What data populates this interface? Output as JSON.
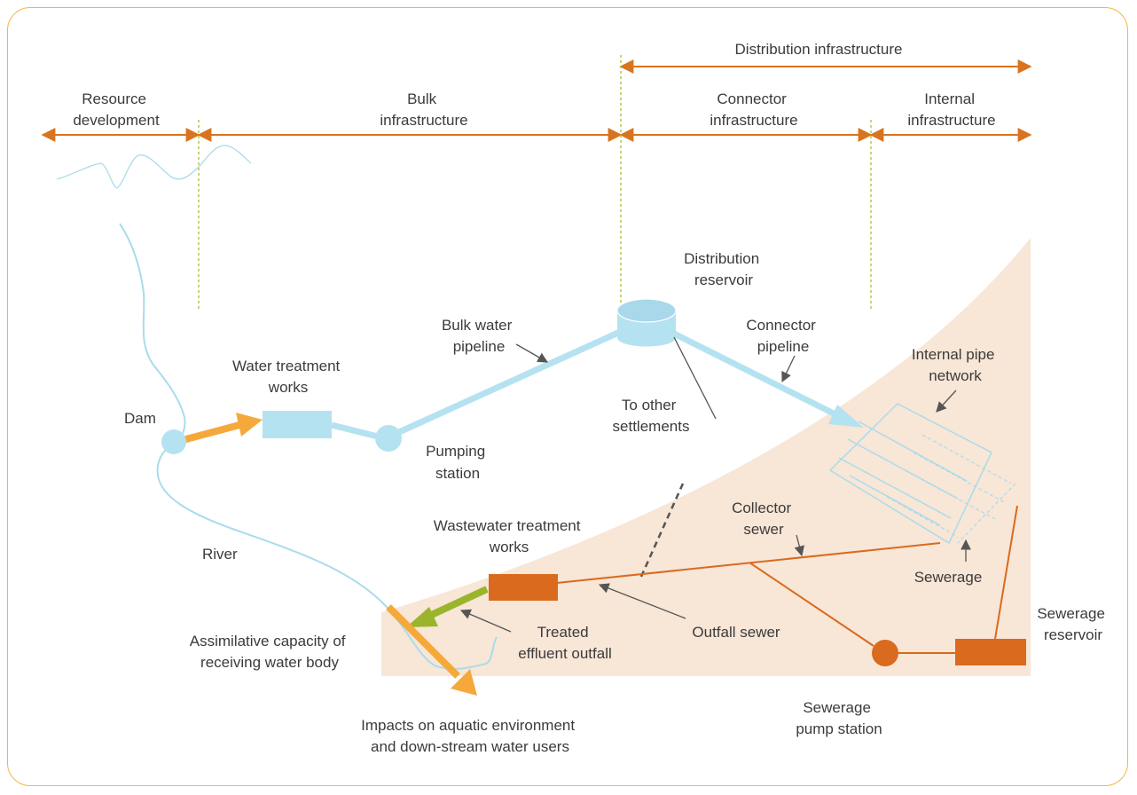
{
  "zones": {
    "resource_development": [
      "Resource",
      "development"
    ],
    "bulk": [
      "Bulk",
      "infrastructure"
    ],
    "distribution": "Distribution infrastructure",
    "connector": [
      "Connector",
      "infrastructure"
    ],
    "internal": [
      "Internal",
      "infrastructure"
    ]
  },
  "labels": {
    "dam": "Dam",
    "water_treatment": [
      "Water treatment",
      "works"
    ],
    "pumping_station": [
      "Pumping",
      "station"
    ],
    "bulk_pipeline": [
      "Bulk water",
      "pipeline"
    ],
    "distribution_reservoir": [
      "Distribution",
      "reservoir"
    ],
    "to_other": [
      "To other",
      "settlements"
    ],
    "connector_pipeline": [
      "Connector",
      "pipeline"
    ],
    "internal_network": [
      "Internal pipe",
      "network"
    ],
    "river": "River",
    "wastewater": [
      "Wastewater treatment",
      "works"
    ],
    "collector_sewer": [
      "Collector",
      "sewer"
    ],
    "sewerage": "Sewerage",
    "sewerage_reservoir": [
      "Sewerage",
      "reservoir"
    ],
    "treated_effluent": [
      "Treated",
      "effluent outfall"
    ],
    "outfall_sewer": "Outfall sewer",
    "assimilative": [
      "Assimilative capacity of",
      "receiving water body"
    ],
    "impacts": [
      "Impacts on aquatic environment",
      "and down-stream water users"
    ],
    "sewerage_pump": [
      "Sewerage",
      "pump station"
    ]
  },
  "colors": {
    "frame": "#f6b63c",
    "dimension": "#d8741f",
    "water": "#a9dcec",
    "water_fill": "#b5e2f0",
    "sewer": "#d96a1e",
    "arrow_yellow": "#f5a93a",
    "arrow_green": "#9ab52c",
    "shading": "#f8e6d6"
  }
}
